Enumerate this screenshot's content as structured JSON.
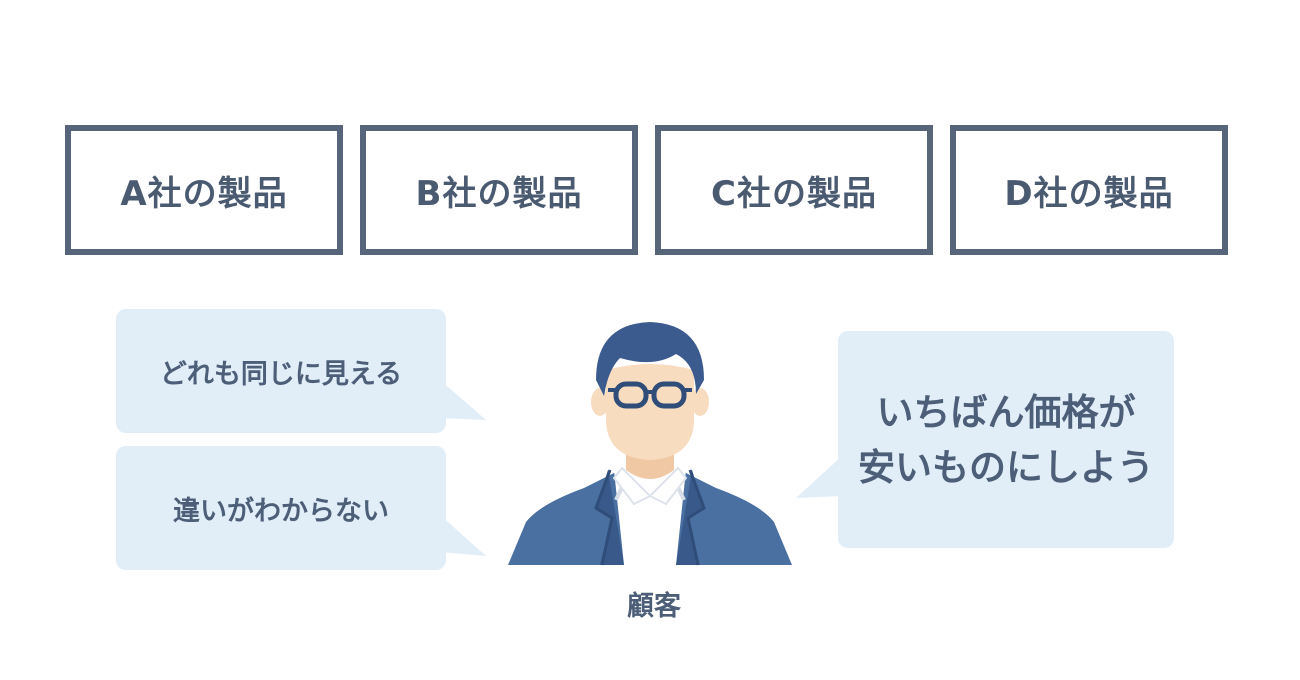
{
  "products": [
    {
      "label": "A社の製品"
    },
    {
      "label": "B社の製品"
    },
    {
      "label": "C社の製品"
    },
    {
      "label": "D社の製品"
    }
  ],
  "bubbles": {
    "left_top": "どれも同じに見える",
    "left_bottom": "違いがわからない",
    "right": "いちばん価格が\n安いものにしよう"
  },
  "person": {
    "caption": "顧客",
    "icon": "businessman-with-glasses-icon"
  },
  "colors": {
    "box_border": "#57657a",
    "bubble_fill": "#e1eef8",
    "text": "#4d5f78",
    "suit": "#4a70a2",
    "suit_dark": "#38598a",
    "hair": "#3b5b8e",
    "skin": "#f8dcc0",
    "skin_shadow": "#f1c8a4"
  }
}
